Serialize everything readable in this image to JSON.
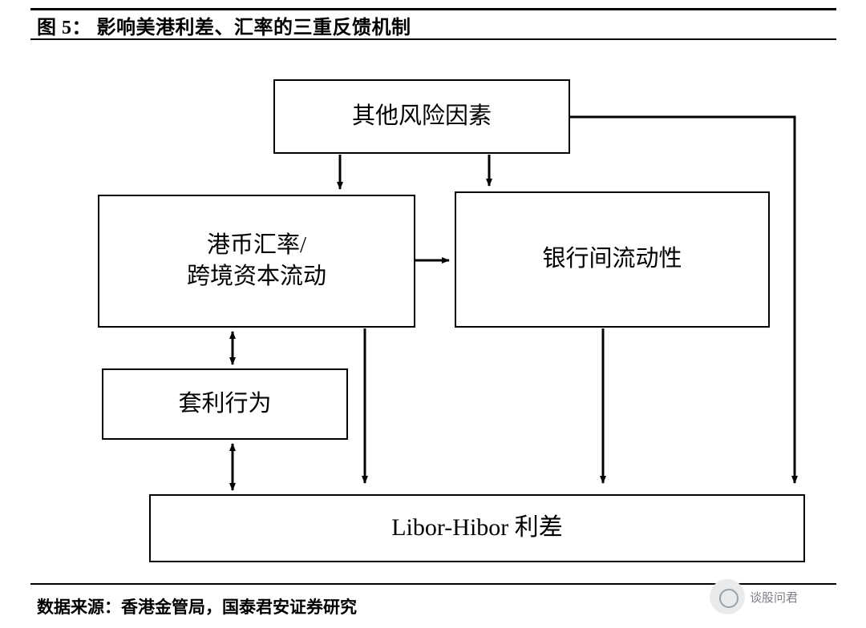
{
  "figure": {
    "title": "图 5： 影响美港利差、汇率的三重反馈机制",
    "source": "数据来源：香港金管局，国泰君安证券研究"
  },
  "watermark": {
    "text": "谈股问君",
    "logo_icon": "circle-avatar-icon"
  },
  "diagram": {
    "type": "flowchart",
    "nodes": [
      {
        "id": "other_risk",
        "label": "其他风险因素"
      },
      {
        "id": "fx",
        "label": "港币汇率/\n跨境资本流动",
        "line1": "港币汇率/",
        "line2": "跨境资本流动"
      },
      {
        "id": "liquidity",
        "label": "银行间流动性"
      },
      {
        "id": "carry",
        "label": "套利行为"
      },
      {
        "id": "spread",
        "label": "Libor-Hibor 利差"
      }
    ],
    "edges": [
      {
        "from": "other_risk",
        "to": "fx",
        "style": "arrow-down"
      },
      {
        "from": "other_risk",
        "to": "liquidity",
        "style": "arrow-down"
      },
      {
        "from": "other_risk",
        "to": "spread",
        "style": "arrow-right-down"
      },
      {
        "from": "fx",
        "to": "liquidity",
        "style": "arrow-right"
      },
      {
        "from": "fx",
        "to": "carry",
        "style": "double-arrow-vertical"
      },
      {
        "from": "fx",
        "to": "spread",
        "style": "arrow-down"
      },
      {
        "from": "carry",
        "to": "spread",
        "style": "double-arrow-vertical"
      },
      {
        "from": "liquidity",
        "to": "spread",
        "style": "arrow-down"
      }
    ],
    "colors": {
      "stroke": "#000000",
      "fill": "#ffffff",
      "text": "#000000"
    }
  }
}
